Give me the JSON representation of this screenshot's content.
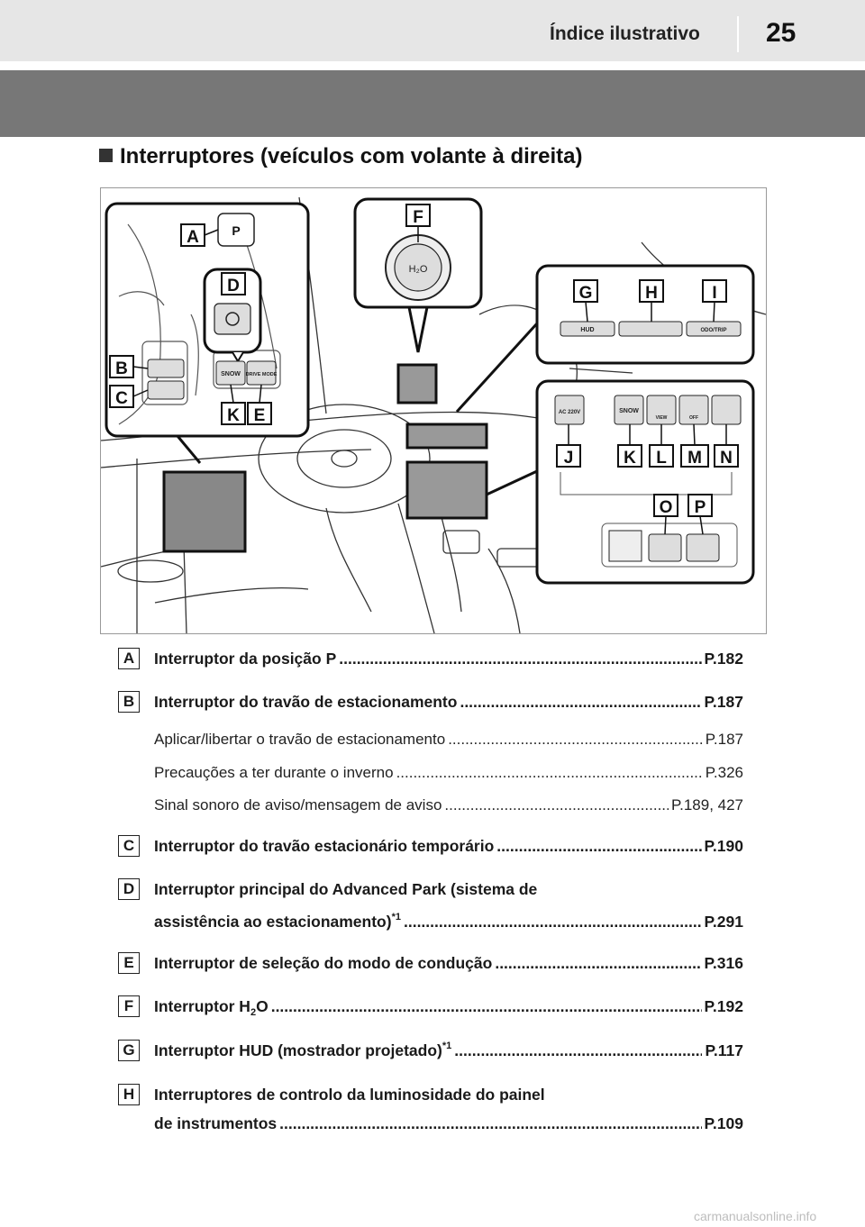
{
  "header": {
    "title": "Índice ilustrativo",
    "page_number": "25"
  },
  "section_title": "Interruptores (veículos com volante à direita)",
  "figure": {
    "callouts": [
      "A",
      "B",
      "C",
      "D",
      "E",
      "F",
      "G",
      "H",
      "I",
      "J",
      "K",
      "L",
      "M",
      "N",
      "O",
      "P"
    ],
    "switch_text": {
      "p": "P",
      "h2o": "H₂O",
      "snow": "SNOW",
      "drive_mode": "DRIVE MODE",
      "hud": "HUD",
      "odo_trip": "ODO/TRIP",
      "ac": "AC 220V",
      "view": "VIEW",
      "off": "OFF"
    }
  },
  "entries": [
    {
      "badge": "A",
      "text": "Interruptor da posição P",
      "ref": "P.182"
    },
    {
      "badge": "B",
      "text": "Interruptor do travão de estacionamento",
      "ref": "P.187",
      "sub": [
        {
          "text": "Aplicar/libertar o travão de estacionamento",
          "ref": "P.187"
        },
        {
          "text": "Precauções a ter durante o inverno",
          "ref": "P.326"
        },
        {
          "text": "Sinal sonoro de aviso/mensagem de aviso",
          "ref": "P.189, 427"
        }
      ]
    },
    {
      "badge": "C",
      "text": "Interruptor do travão estacionário temporário",
      "ref": "P.190"
    },
    {
      "badge": "D",
      "text_line1": "Interruptor principal do Advanced Park (sistema de",
      "text_line2": "assistência ao estacionamento)",
      "sup": "*1",
      "ref": "P.291"
    },
    {
      "badge": "E",
      "text": "Interruptor de seleção do modo de condução",
      "ref": "P.316"
    },
    {
      "badge": "F",
      "text_pre": "Interruptor H",
      "text_sub": "2",
      "text_post": "O",
      "ref": "P.192"
    },
    {
      "badge": "G",
      "text": "Interruptor HUD (mostrador projetado)",
      "sup": "*1",
      "ref": "P.117"
    },
    {
      "badge": "H",
      "text_line1": "Interruptores de controlo da luminosidade do painel",
      "text_line2": "de instrumentos",
      "ref": "P.109"
    }
  ],
  "watermark": "carmanualsonline.info"
}
